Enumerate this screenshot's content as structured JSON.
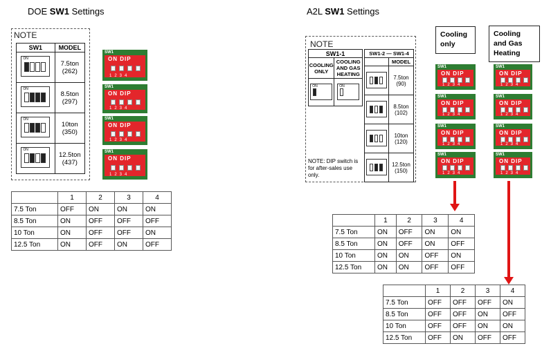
{
  "doe": {
    "title_prefix": "DOE ",
    "title_bold": "SW1",
    "title_suffix": " Settings",
    "note": {
      "heading": "NOTE",
      "col_sw": "SW1",
      "col_model": "MODEL",
      "rows": [
        {
          "ton": "7.5ton",
          "code": "(262)"
        },
        {
          "ton": "8.5ton",
          "code": "(297)"
        },
        {
          "ton": "10ton",
          "code": "(350)"
        },
        {
          "ton": "12.5ton",
          "code": "(437)"
        }
      ]
    },
    "table": {
      "header": [
        "",
        "1",
        "2",
        "3",
        "4"
      ],
      "rows": [
        [
          "7.5 Ton",
          "OFF",
          "ON",
          "ON",
          "ON"
        ],
        [
          "8.5 Ton",
          "ON",
          "OFF",
          "OFF",
          "OFF"
        ],
        [
          "10 Ton",
          "ON",
          "OFF",
          "OFF",
          "ON"
        ],
        [
          "12.5 Ton",
          "ON",
          "OFF",
          "ON",
          "OFF"
        ]
      ]
    }
  },
  "a2l": {
    "title_prefix": "A2L ",
    "title_bold": "SW1",
    "title_suffix": " Settings",
    "note": {
      "heading": "NOTE",
      "col_sw11": "SW1-1",
      "col_sw12": "SW1-2 — SW1-4",
      "cooling_only": "COOLING ONLY",
      "cooling_gas": "COOLING AND GAS HEATING",
      "col_model": "MODEL",
      "rows": [
        {
          "ton": "7.5ton",
          "code": "(90)"
        },
        {
          "ton": "8.5ton",
          "code": "(102)"
        },
        {
          "ton": "10ton",
          "code": "(120)"
        },
        {
          "ton": "12.5ton",
          "code": "(150)"
        }
      ],
      "footnote": "NOTE: DIP switch is for after-sales use only."
    },
    "label_cooling_only": "Cooling only",
    "label_cooling_gas": "Cooling and Gas Heating",
    "table_cooling": {
      "header": [
        "",
        "1",
        "2",
        "3",
        "4"
      ],
      "rows": [
        [
          "7.5 Ton",
          "ON",
          "OFF",
          "ON",
          "ON"
        ],
        [
          "8.5 Ton",
          "ON",
          "OFF",
          "ON",
          "OFF"
        ],
        [
          "10 Ton",
          "ON",
          "ON",
          "OFF",
          "ON"
        ],
        [
          "12.5 Ton",
          "ON",
          "ON",
          "OFF",
          "OFF"
        ]
      ]
    },
    "table_gas": {
      "header": [
        "",
        "1",
        "2",
        "3",
        "4"
      ],
      "rows": [
        [
          "7.5 Ton",
          "OFF",
          "OFF",
          "OFF",
          "ON"
        ],
        [
          "8.5 Ton",
          "OFF",
          "OFF",
          "ON",
          "OFF"
        ],
        [
          "10 Ton",
          "OFF",
          "OFF",
          "ON",
          "ON"
        ],
        [
          "12.5 Ton",
          "OFF",
          "ON",
          "OFF",
          "OFF"
        ]
      ]
    }
  },
  "photo_labels": {
    "brand": "SW1",
    "on": "ON",
    "dip": "ON   DIP",
    "nums": "1234"
  },
  "colors": {
    "arrow": "#e01515",
    "switch_red": "#e3262b",
    "board_green": "#2e7d32"
  }
}
